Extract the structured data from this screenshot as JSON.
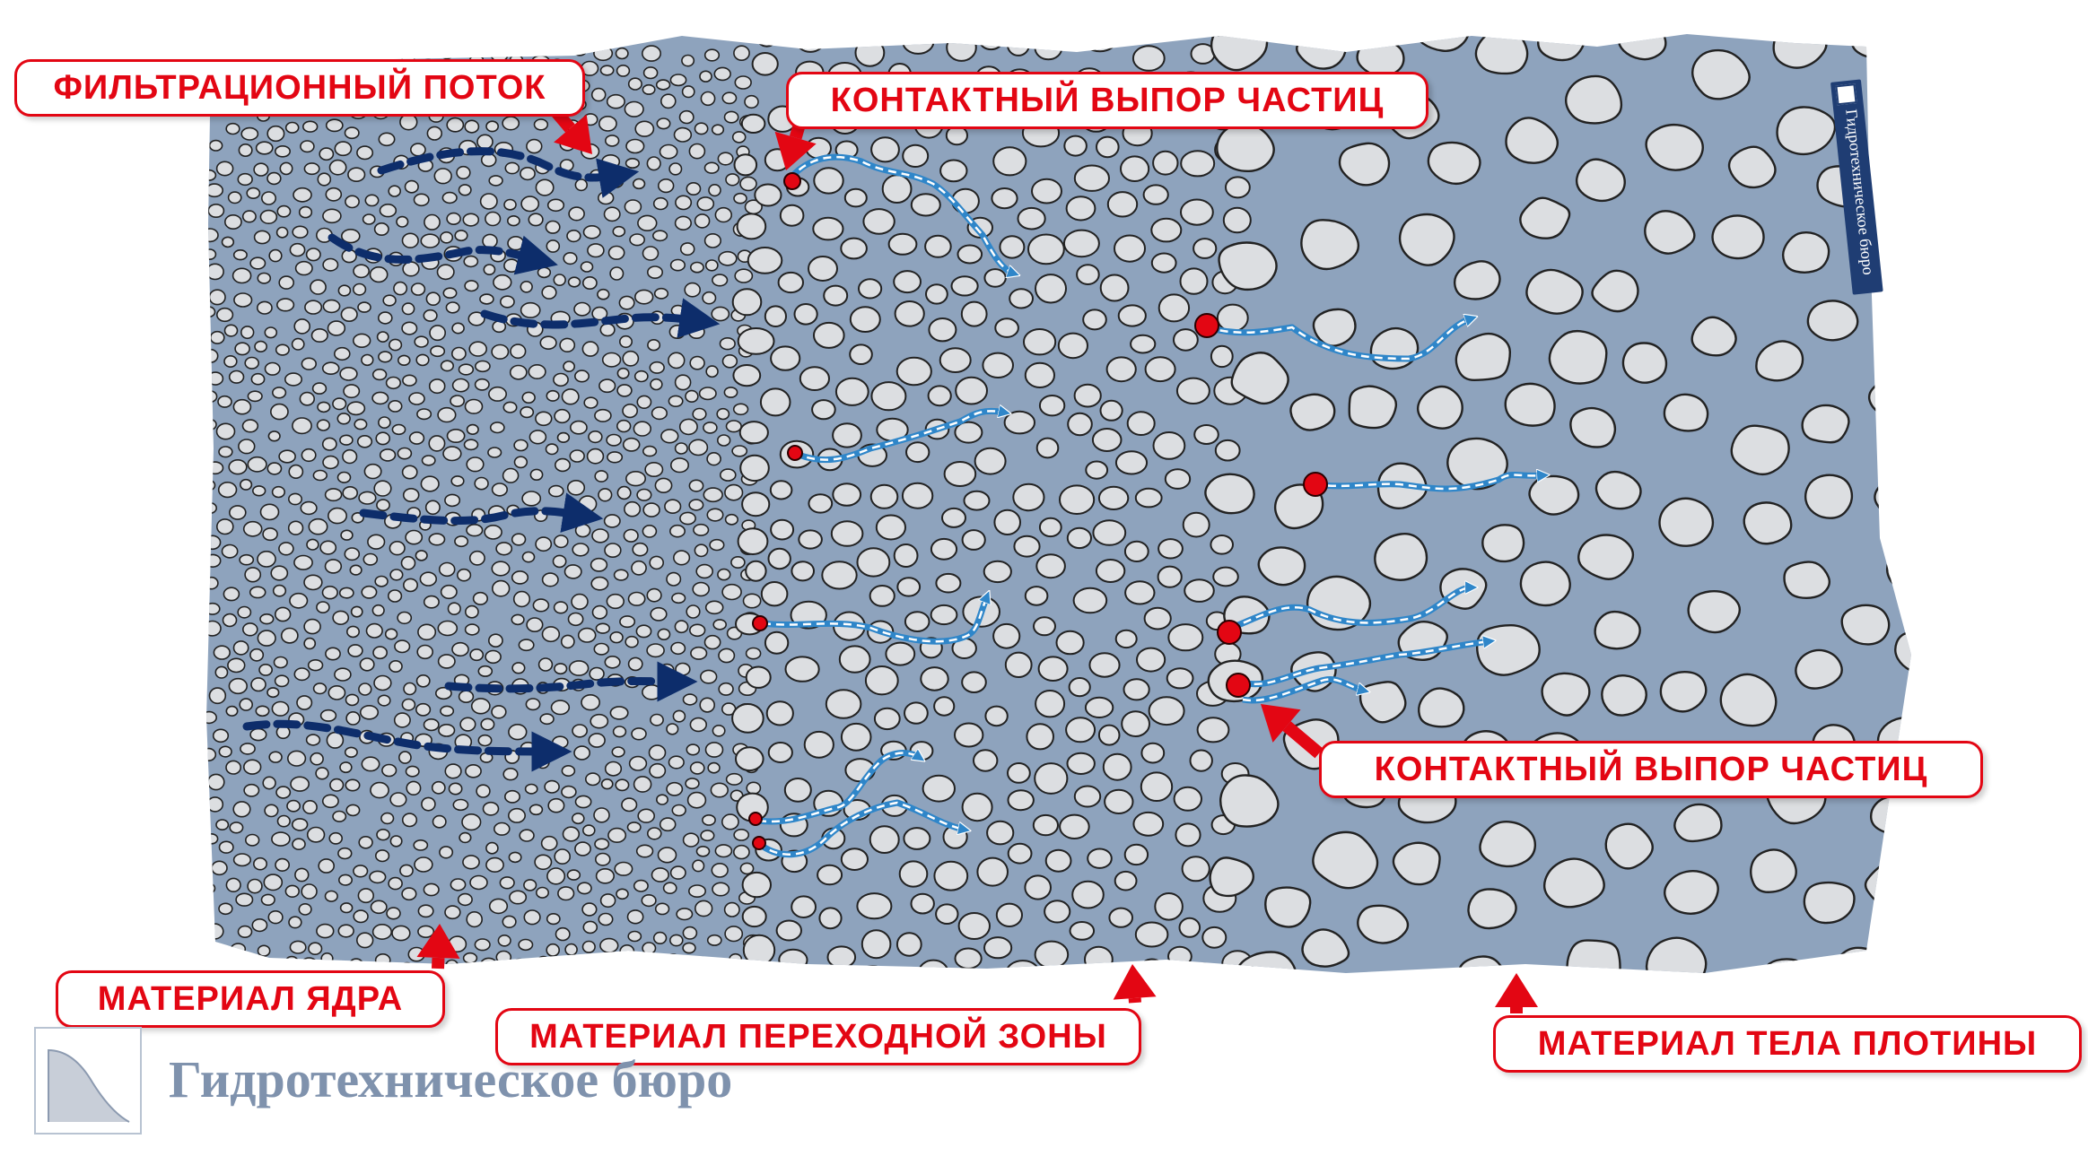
{
  "labels": {
    "filtration_flow": "ФИЛЬТРАЦИОННЫЙ ПОТОК",
    "contact_uplift_top": "КОНТАКТНЫЙ ВЫПОР ЧАСТИЦ",
    "contact_uplift_bottom": "КОНТАКТНЫЙ ВЫПОР ЧАСТИЦ",
    "core_material": "МАТЕРИАЛ ЯДРА",
    "transition_material": "МАТЕРИАЛ ПЕРЕХОДНОЙ ЗОНЫ",
    "dam_body_material": "МАТЕРИАЛ ТЕЛА ПЛОТИНЫ"
  },
  "brand": {
    "name": "Гидротехническое бюро",
    "watermark_text": "Гидротехническое бюро",
    "logo_icon": "dam-profile-icon"
  },
  "colors": {
    "water": "#8ea3bd",
    "grain_fill": "#dcdee1",
    "grain_stroke": "#222222",
    "flow_arrow": "#0d2d6b",
    "seepage_arrow": "#2f86c9",
    "particle": "#e30613",
    "label_red": "#e30613",
    "brand_text": "#7f92ad"
  }
}
